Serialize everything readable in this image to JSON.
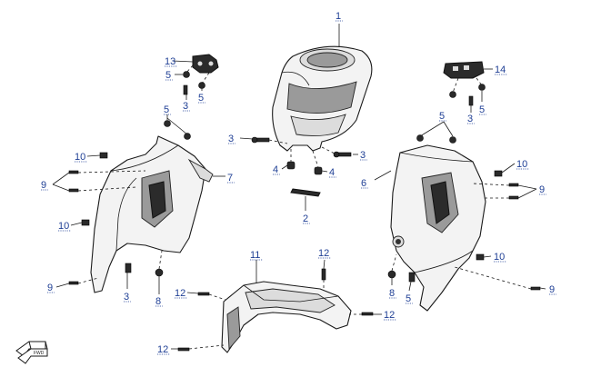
{
  "callouts": [
    {
      "id": "c1",
      "text": "1"
    },
    {
      "id": "c2",
      "text": "2"
    },
    {
      "id": "c3a",
      "text": "3"
    },
    {
      "id": "c3b",
      "text": "3"
    },
    {
      "id": "c3c",
      "text": "3"
    },
    {
      "id": "c3d",
      "text": "3"
    },
    {
      "id": "c3e",
      "text": "3"
    },
    {
      "id": "c4a",
      "text": "4"
    },
    {
      "id": "c4b",
      "text": "4"
    },
    {
      "id": "c5a",
      "text": "5"
    },
    {
      "id": "c5b",
      "text": "5"
    },
    {
      "id": "c5c",
      "text": "5"
    },
    {
      "id": "c5d",
      "text": "5"
    },
    {
      "id": "c5e",
      "text": "5"
    },
    {
      "id": "c5f",
      "text": "5"
    },
    {
      "id": "c6",
      "text": "6"
    },
    {
      "id": "c7",
      "text": "7"
    },
    {
      "id": "c8a",
      "text": "8"
    },
    {
      "id": "c8b",
      "text": "8"
    },
    {
      "id": "c9a",
      "text": "9"
    },
    {
      "id": "c9b",
      "text": "9"
    },
    {
      "id": "c9c",
      "text": "9"
    },
    {
      "id": "c9d",
      "text": "9"
    },
    {
      "id": "c10a",
      "text": "10"
    },
    {
      "id": "c10b",
      "text": "10"
    },
    {
      "id": "c10c",
      "text": "10"
    },
    {
      "id": "c10d",
      "text": "10"
    },
    {
      "id": "c11",
      "text": "11"
    },
    {
      "id": "c12a",
      "text": "12"
    },
    {
      "id": "c12b",
      "text": "12"
    },
    {
      "id": "c12c",
      "text": "12"
    },
    {
      "id": "c12d",
      "text": "12"
    },
    {
      "id": "c13",
      "text": "13"
    },
    {
      "id": "c14",
      "text": "14"
    }
  ],
  "icons": {
    "front_arrow": "front-direction-arrow-icon"
  },
  "colors": {
    "callout_text": "#1f3f95",
    "line_art": "#1a1a1a"
  }
}
